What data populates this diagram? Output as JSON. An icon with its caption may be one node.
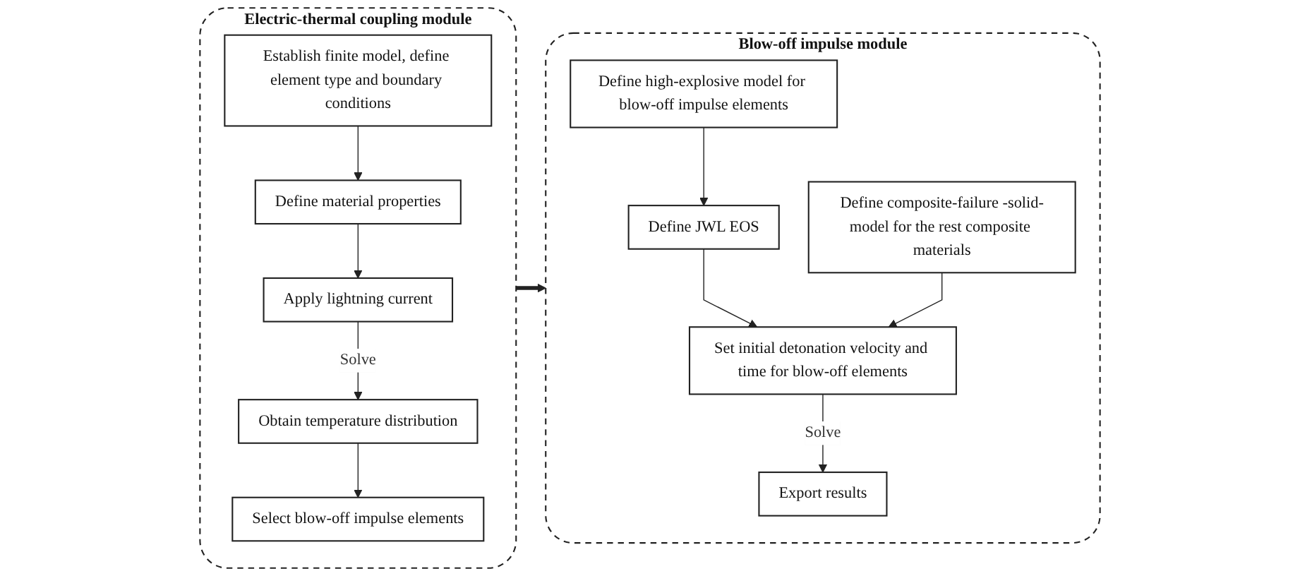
{
  "diagram": {
    "nodes": [
      {
        "text": [
          "Electric-thermal coupling module"
        ]
      },
      {
        "text": [
          "Establish finite model, define element type and boundary conditions"
        ],
        "in": 0
      },
      {
        "text": [
          "Define material properties"
        ],
        "in": 0
      },
      {
        "text": [
          "Apply lightning current"
        ],
        "in": 0
      },
      {
        "text": [
          "Obtain temperature distribution"
        ],
        "in": 0
      },
      {
        "text": [
          "Select blow-off impulse elements"
        ],
        "in": 0
      },
      {
        "text": [
          "Blow-off impulse module"
        ]
      },
      {
        "text": [
          "Define high-explosive model for blow-off impulse elements"
        ],
        "in": 6
      },
      {
        "text": [
          "Define JWL EOS"
        ],
        "in": 6
      },
      {
        "text": [
          "Define composite-failure -solid-model for the rest composite materials"
        ],
        "in": 6
      },
      {
        "text": [
          "Set initial detonation velocity and time for blow-off elements"
        ],
        "in": 6
      },
      {
        "text": [
          "Export results"
        ],
        "in": 6
      }
    ],
    "edges": [
      {
        "from": 1,
        "to": 2,
        "arrow": "to"
      },
      {
        "from": 2,
        "to": 3,
        "arrow": "to"
      },
      {
        "from": 3,
        "to": 4,
        "label": "Solve",
        "arrow": "to"
      },
      {
        "from": 4,
        "to": 5,
        "arrow": "to"
      },
      {
        "from": 0,
        "to": 6,
        "arrow": "to",
        "style": "thick"
      },
      {
        "from": 7,
        "to": 8,
        "arrow": "to"
      },
      {
        "from": 8,
        "to": 10,
        "arrow": "to"
      },
      {
        "from": 9,
        "to": 10,
        "arrow": "to"
      },
      {
        "from": 10,
        "to": 11,
        "label": "Solve",
        "arrow": "to"
      }
    ]
  }
}
